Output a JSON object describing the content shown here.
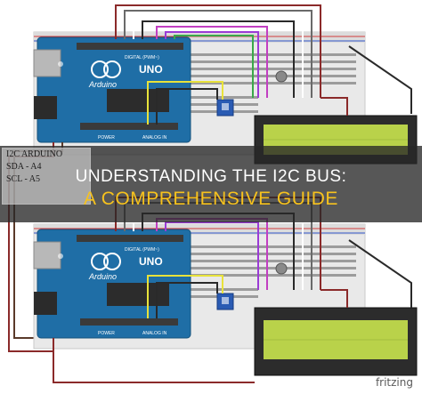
{
  "caption": {
    "line1": "UNDERSTANDING THE I2C BUS:",
    "line2": "A COMPREHENSIVE GUIDE"
  },
  "note": {
    "lines": [
      "I2C ARDUINO",
      "SDA - A4",
      "SCL - A5"
    ]
  },
  "board_top": {
    "model": "UNO",
    "brand": "Arduino",
    "label_digital": "DIGITAL (PWM~)",
    "label_analog": "ANALOG IN",
    "label_power": "POWER"
  },
  "board_bottom": {
    "model": "UNO",
    "brand": "Arduino",
    "label_digital": "DIGITAL (PWM~)",
    "label_analog": "ANALOG IN",
    "label_power": "POWER"
  },
  "watermark": "fritzing",
  "colors": {
    "board": "#1f6ea6",
    "lcd_screen": "#b9d24a",
    "lcd_frame": "#2c2c2c",
    "breadboard": "#ececec",
    "banner_text": "#ffffff",
    "banner_accent": "#f7c21d"
  }
}
